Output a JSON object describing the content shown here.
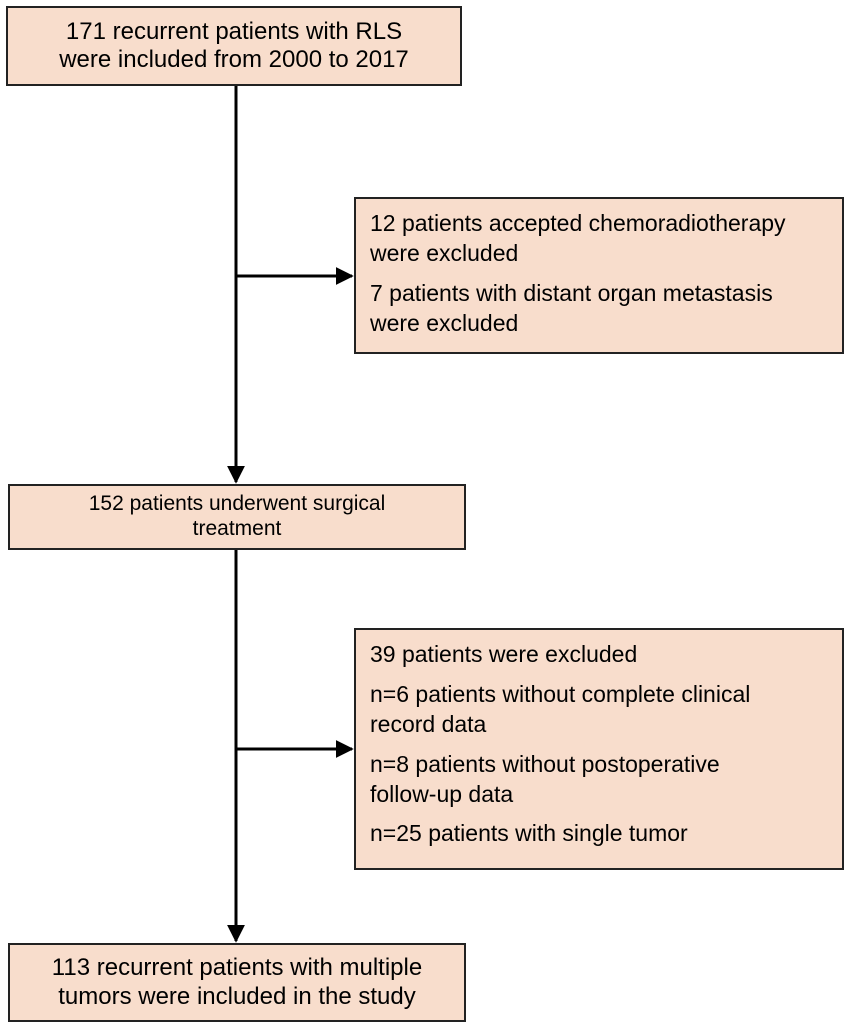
{
  "flowchart": {
    "start_box": {
      "lines": [
        "171 recurrent patients with RLS",
        "were included  from 2000 to 2017"
      ]
    },
    "exclusion_box_1": {
      "items": [
        {
          "lines": [
            "12 patients accepted chemoradiotherapy",
            "were excluded"
          ]
        },
        {
          "lines": [
            "7 patients with distant organ metastasis",
            "were excluded"
          ]
        }
      ]
    },
    "middle_box": {
      "lines": [
        "152 patients underwent surgical",
        "treatment"
      ]
    },
    "exclusion_box_2": {
      "items": [
        {
          "lines": [
            "39 patients were excluded"
          ]
        },
        {
          "lines": [
            "n=6 patients without complete clinical",
            "record data"
          ]
        },
        {
          "lines": [
            "n=8 patients without postoperative",
            "follow-up data"
          ]
        },
        {
          "lines": [
            "n=25 patients with single tumor"
          ]
        }
      ]
    },
    "end_box": {
      "lines": [
        "113 recurrent patients with multiple",
        "tumors were included  in the study"
      ]
    }
  },
  "colors": {
    "box_fill": "#f8ddcc",
    "box_border": "#222222",
    "arrow": "#000000"
  }
}
